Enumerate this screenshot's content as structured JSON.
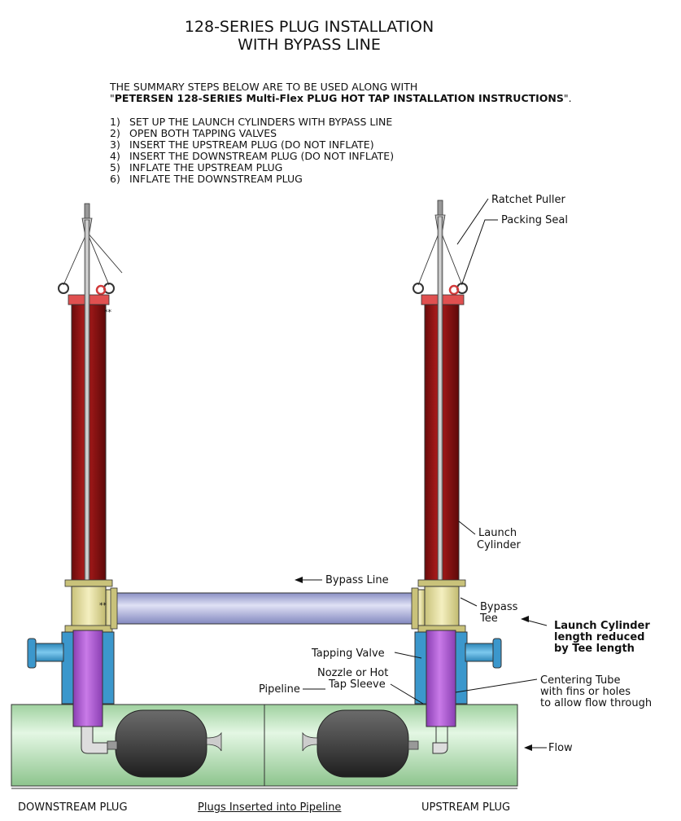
{
  "title": {
    "line1": "128-SERIES PLUG INSTALLATION",
    "line2": "WITH BYPASS LINE"
  },
  "intro": {
    "line1": "THE SUMMARY STEPS BELOW ARE TO BE USED ALONG WITH",
    "quote_open": "\"",
    "reference": "PETERSEN 128-SERIES Multi-Flex PLUG HOT TAP INSTALLATION INSTRUCTIONS",
    "quote_close": "\"."
  },
  "steps": [
    {
      "num": "1)",
      "text": "SET UP THE LAUNCH CYLINDERS WITH BYPASS LINE"
    },
    {
      "num": "2)",
      "text": "OPEN BOTH TAPPING VALVES"
    },
    {
      "num": "3)",
      "text": "INSERT THE UPSTREAM PLUG (DO NOT INFLATE)"
    },
    {
      "num": "4)",
      "text": "INSERT THE DOWNSTREAM PLUG (DO NOT INFLATE)"
    },
    {
      "num": "5)",
      "text": "INFLATE THE UPSTREAM PLUG"
    },
    {
      "num": "6)",
      "text": "INFLATE THE DOWNSTREAM PLUG"
    }
  ],
  "callouts": {
    "ratchet_puller": "Ratchet Puller",
    "packing_seal": "Packing Seal",
    "launch_cylinder_1": "Launch",
    "launch_cylinder_2": "Cylinder",
    "bypass_line": "Bypass Line",
    "bypass_tee_1": "Bypass",
    "bypass_tee_2": "Tee",
    "note_1": "Launch Cylinder",
    "note_2": "length reduced",
    "note_3": "by Tee length",
    "tapping_valve": "Tapping Valve",
    "nozzle_1": "Nozzle or Hot",
    "nozzle_2": "Tap Sleeve",
    "pipeline": "Pipeline",
    "centering_1": "Centering Tube",
    "centering_2": "with fins or holes",
    "centering_3": "to allow flow through",
    "flow": "Flow",
    "marker_left": "**",
    "marker_tee": "**"
  },
  "bottom": {
    "downstream": "DOWNSTREAM PLUG",
    "center": "Plugs Inserted into Pipeline",
    "upstream": "UPSTREAM PLUG"
  },
  "colors": {
    "launch_cylinder": "#8e1414",
    "cylinder_cap": "#e05050",
    "tee": "#e9e2a0",
    "bypass_line": "#b4b8dc",
    "centering_tube": "#b25dd6",
    "valve": "#4aaad8",
    "pipeline": "#c2e8c2",
    "plug": "#4a4a4a"
  }
}
